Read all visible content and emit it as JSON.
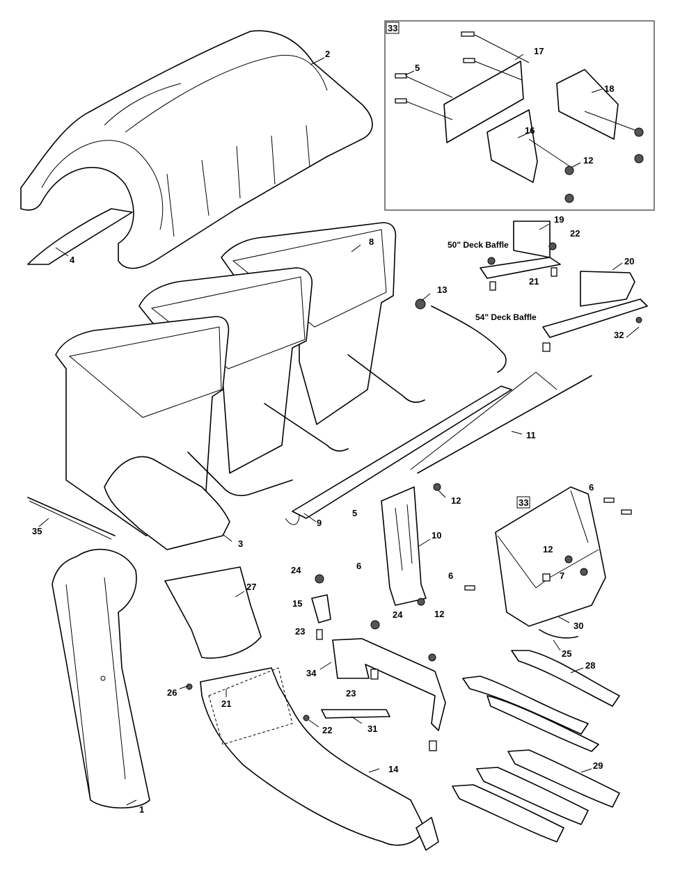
{
  "callouts": {
    "c1": "1",
    "c2": "2",
    "c3": "3",
    "c4": "4",
    "c5a": "5",
    "c5b": "5",
    "c6a": "6",
    "c6b": "6",
    "c6c": "6",
    "c7": "7",
    "c8": "8",
    "c9": "9",
    "c10": "10",
    "c11": "11",
    "c12a": "12",
    "c12b": "12",
    "c12c": "12",
    "c12d": "12",
    "c13": "13",
    "c14": "14",
    "c15": "15",
    "c16": "16",
    "c17": "17",
    "c18": "18",
    "c19": "19",
    "c20": "20",
    "c21a": "21",
    "c21b": "21",
    "c22a": "22",
    "c22b": "22",
    "c23a": "23",
    "c23b": "23",
    "c24a": "24",
    "c24b": "24",
    "c25": "25",
    "c26": "26",
    "c27": "27",
    "c28": "28",
    "c29": "29",
    "c30": "30",
    "c31": "31",
    "c32": "32",
    "c33a": "33",
    "c33b": "33",
    "c34": "34",
    "c35": "35"
  },
  "captions": {
    "deck50": "50\" Deck Baffle",
    "deck54": "54\" Deck Baffle"
  }
}
